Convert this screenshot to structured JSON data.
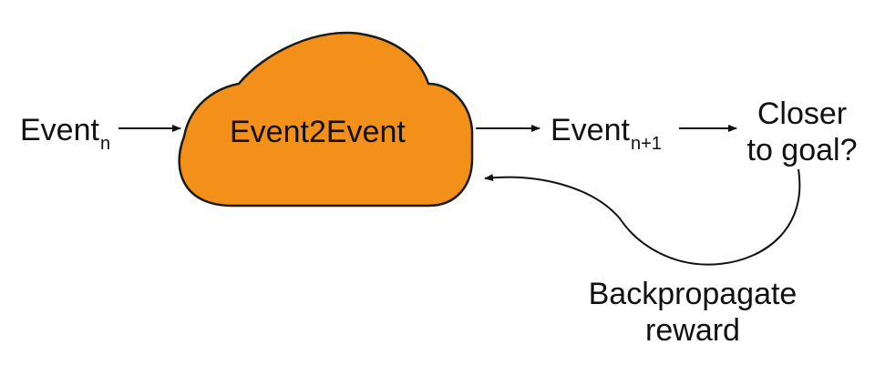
{
  "nodes": {
    "input_event": {
      "base": "Event",
      "subscript": "n"
    },
    "model": {
      "label": "Event2Event"
    },
    "output_event": {
      "base": "Event",
      "subscript": "n+1"
    },
    "decision": {
      "line1": "Closer",
      "line2": "to goal?"
    },
    "feedback": {
      "line1": "Backpropagate",
      "line2": "reward"
    }
  },
  "colors": {
    "cloud_fill": "#F39019",
    "cloud_stroke": "#1A1A1A",
    "arrow": "#111111",
    "text": "#111111"
  }
}
